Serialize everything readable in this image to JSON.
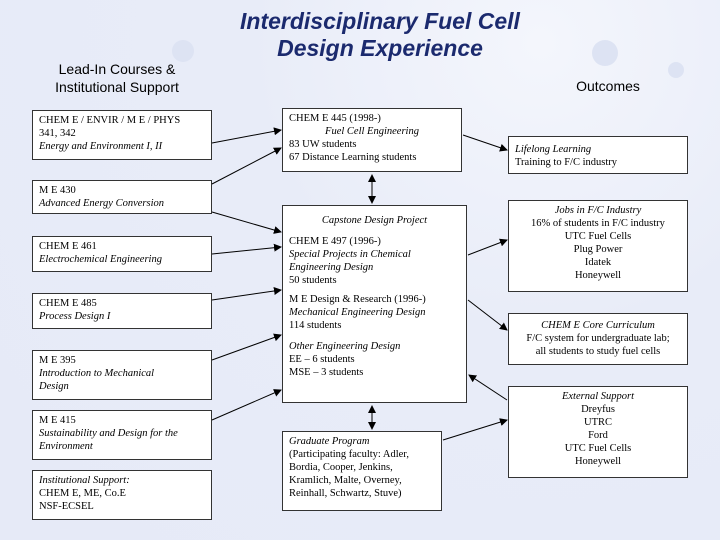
{
  "title": {
    "line1": "Interdisciplinary Fuel Cell",
    "line2": "Design Experience"
  },
  "left_header": {
    "line1": "Lead-In Courses &",
    "line2": "Institutional Support"
  },
  "right_header": "Outcomes",
  "left_boxes": {
    "env": {
      "code": "CHEM E / ENVIR / M E / PHYS",
      "number": "341, 342",
      "name": "Energy and Environment I, II"
    },
    "me430": {
      "code": "M E 430",
      "name": "Advanced Energy Conversion"
    },
    "che461": {
      "code": "CHEM E 461",
      "name": "Electrochemical Engineering"
    },
    "che485": {
      "code": "CHEM E 485",
      "name": "Process Design I"
    },
    "me395": {
      "code": "M E 395",
      "name_line1": "Introduction to Mechanical",
      "name_line2": "Design"
    },
    "me415": {
      "code": "M E 415",
      "name_line1": "Sustainability and Design for the",
      "name_line2": "Environment"
    },
    "inst": {
      "heading": "Institutional Support:",
      "line1": "CHEM E, ME, Co.E",
      "line2": "NSF-ECSEL"
    }
  },
  "middle": {
    "che445": {
      "line1": "CHEM E 445 (1998-)",
      "line2": "Fuel Cell Engineering",
      "line3": "83 UW students",
      "line4": "67 Distance Learning students"
    },
    "capstone": {
      "header": "Capstone Design Project",
      "che497": {
        "line1": "CHEM E 497 (1996-)",
        "line2": "Special Projects in Chemical",
        "line3": "Engineering Design",
        "line4": "50 students"
      },
      "medr": {
        "line1": "M E Design & Research (1996-)",
        "line2": "Mechanical Engineering Design",
        "line3": "114 students"
      },
      "other": {
        "line1": "Other Engineering Design",
        "line2": "EE – 6 students",
        "line3": "MSE – 3 students"
      }
    },
    "graduate": {
      "line1": "Graduate Program",
      "line2": "(Participating faculty: Adler,",
      "line3": "Bordia, Cooper, Jenkins,",
      "line4": "Kramlich, Malte, Overney,",
      "line5": "Reinhall, Schwartz, Stuve)"
    }
  },
  "right_boxes": {
    "lifelong": {
      "line1": "Lifelong Learning",
      "line2": "Training to F/C industry"
    },
    "jobs": {
      "line1": "Jobs in F/C Industry",
      "line2": "16% of students in F/C industry",
      "items": [
        "UTC Fuel Cells",
        "Plug Power",
        "Idatek",
        "Honeywell"
      ]
    },
    "core": {
      "line1": "CHEM E Core Curriculum",
      "line2": "F/C system for undergraduate lab;",
      "line3": "all students to study fuel cells"
    },
    "external": {
      "line1": "External Support",
      "items": [
        "Dreyfus",
        "UTRC",
        "Ford",
        "UTC Fuel Cells",
        "Honeywell"
      ]
    }
  },
  "colors": {
    "title": "#1b2a6e",
    "background": "#e8ecf8",
    "box": "#ffffff",
    "border": "#333333"
  }
}
